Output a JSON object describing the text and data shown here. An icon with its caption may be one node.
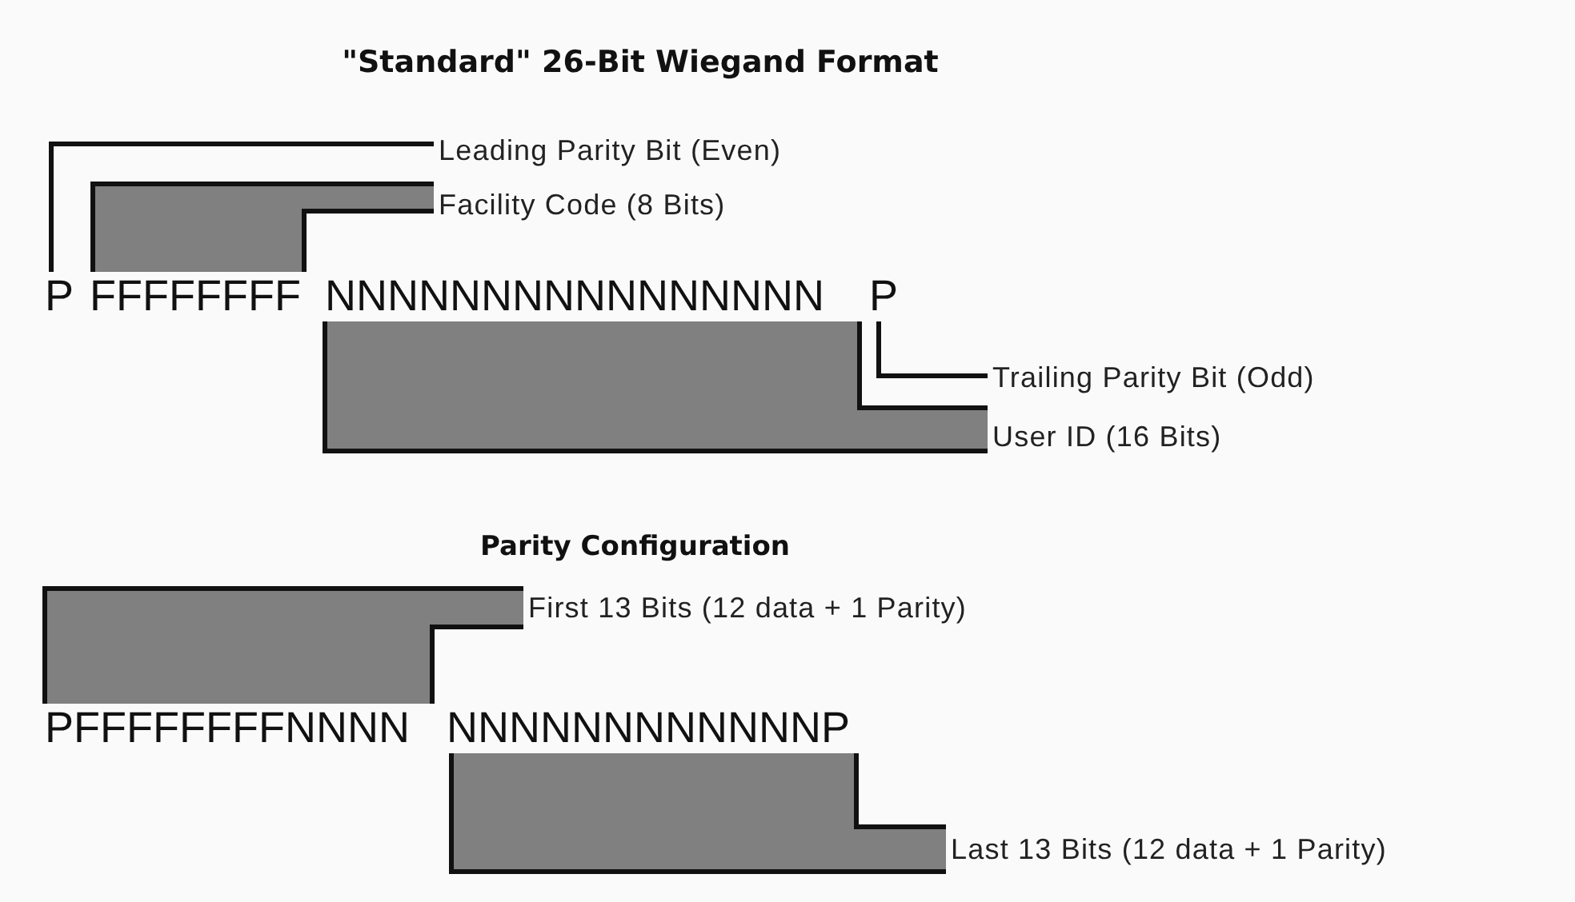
{
  "diagram": {
    "title": "\"Standard\" 26-Bit Wiegand Format",
    "nodes": [
      {
        "text": [
          "Leading Parity Bit (Even)"
        ]
      },
      {
        "text": [
          "Facility Code (8 Bits)"
        ]
      },
      {
        "text": [
          "P"
        ]
      },
      {
        "text": [
          "FFFFFFFF"
        ]
      },
      {
        "text": [
          "NNNNNNNNNNNNNNNN"
        ]
      },
      {
        "text": [
          "P"
        ]
      },
      {
        "text": [
          "Trailing Parity Bit (Odd)"
        ]
      },
      {
        "text": [
          "User ID (16 Bits)"
        ]
      },
      {
        "text": [
          "First 13 Bits (12 data + 1 Parity)"
        ]
      },
      {
        "text": [
          "PFFFFFFFFNNNN"
        ]
      },
      {
        "text": [
          "NNNNNNNNNNNNP"
        ]
      },
      {
        "text": [
          "Last 13 Bits (12 data + 1 Parity)"
        ]
      }
    ],
    "edges": [
      {
        "from": 0,
        "to": 2,
        "arrow": "none"
      },
      {
        "from": 1,
        "to": 3,
        "arrow": "none"
      },
      {
        "from": 6,
        "to": 5,
        "arrow": "none"
      },
      {
        "from": 7,
        "to": 4,
        "arrow": "none"
      },
      {
        "from": 8,
        "to": 9,
        "arrow": "none"
      },
      {
        "from": 11,
        "to": 10,
        "arrow": "none"
      }
    ],
    "labels": [
      "Parity Configuration"
    ]
  }
}
